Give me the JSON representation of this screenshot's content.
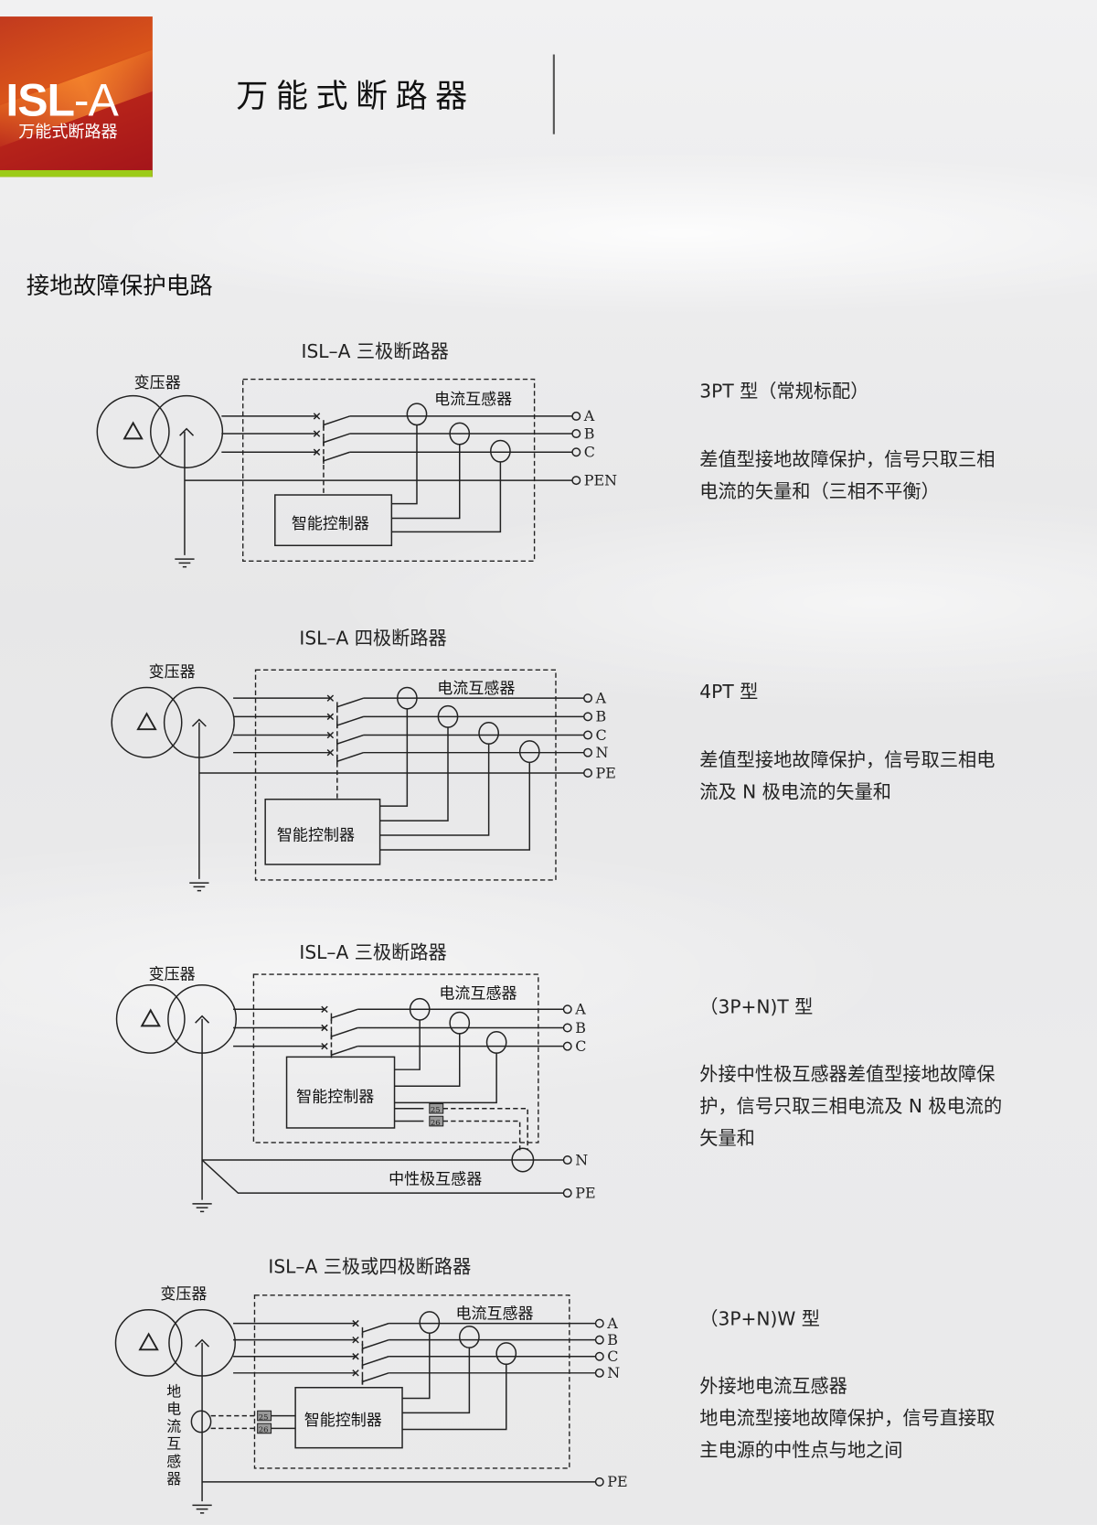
{
  "header": {
    "logo_main": "ISL",
    "logo_suffix": "-A",
    "logo_sub": "万能式断路器",
    "title": "万能式断路器"
  },
  "section_title": "接地故障保护电路",
  "diagrams": [
    {
      "title": "ISL–A 三极断路器",
      "transformer": "变压器",
      "ct_label": "电流互感器",
      "controller": "智能控制器",
      "terminals": [
        "A",
        "B",
        "C",
        "PEN"
      ],
      "type": "3PT 型（常规标配）",
      "desc": [
        "差值型接地故障保护，信号只取三相",
        "电流的矢量和（三相不平衡）"
      ]
    },
    {
      "title": "ISL–A 四极断路器",
      "transformer": "变压器",
      "ct_label": "电流互感器",
      "controller": "智能控制器",
      "terminals": [
        "A",
        "B",
        "C",
        "N",
        "PE"
      ],
      "type": "4PT 型",
      "desc": [
        "差值型接地故障保护，信号取三相电",
        "流及 N 极电流的矢量和"
      ]
    },
    {
      "title": "ISL–A 三极断路器",
      "transformer": "变压器",
      "ct_label": "电流互感器",
      "controller": "智能控制器",
      "neutral_ct": "中性极互感器",
      "ports": [
        "25",
        "26"
      ],
      "terminals": [
        "A",
        "B",
        "C",
        "N",
        "PE"
      ],
      "type": "（3P+N)T 型",
      "desc": [
        "外接中性极互感器差值型接地故障保",
        "护，信号只取三相电流及 N 极电流的",
        "矢量和"
      ]
    },
    {
      "title": "ISL–A 三极或四极断路器",
      "transformer": "变压器",
      "ct_label": "电流互感器",
      "controller": "智能控制器",
      "ground_ct": "地电流互感器",
      "ports": [
        "25",
        "26"
      ],
      "terminals": [
        "A",
        "B",
        "C",
        "N",
        "PE"
      ],
      "type": "（3P+N)W 型",
      "desc": [
        "外接地电流互感器",
        "地电流型接地故障保护，信号直接取",
        "主电源的中性点与地之间"
      ]
    }
  ]
}
